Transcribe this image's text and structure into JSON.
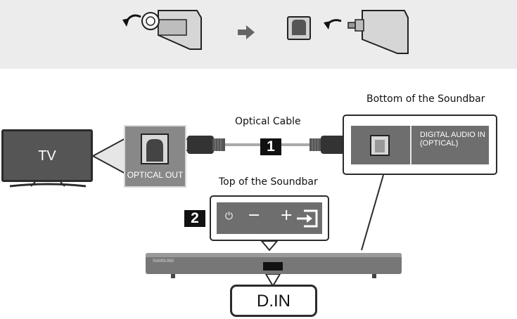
{
  "tv_label": "TV",
  "optical_out_label": "OPTICAL OUT",
  "cable_label": "Optical Cable",
  "bottom_label": "Bottom of the Soundbar",
  "top_label": "Top of the Soundbar",
  "digital_in_line1": "DIGITAL AUDIO IN",
  "digital_in_line2": "(OPTICAL)",
  "step1": "1",
  "step2": "2",
  "din_label": "D.IN",
  "brand_label": "SAMSUNG",
  "buttons": {
    "power": "⏻",
    "minus": "−",
    "plus": "+"
  }
}
